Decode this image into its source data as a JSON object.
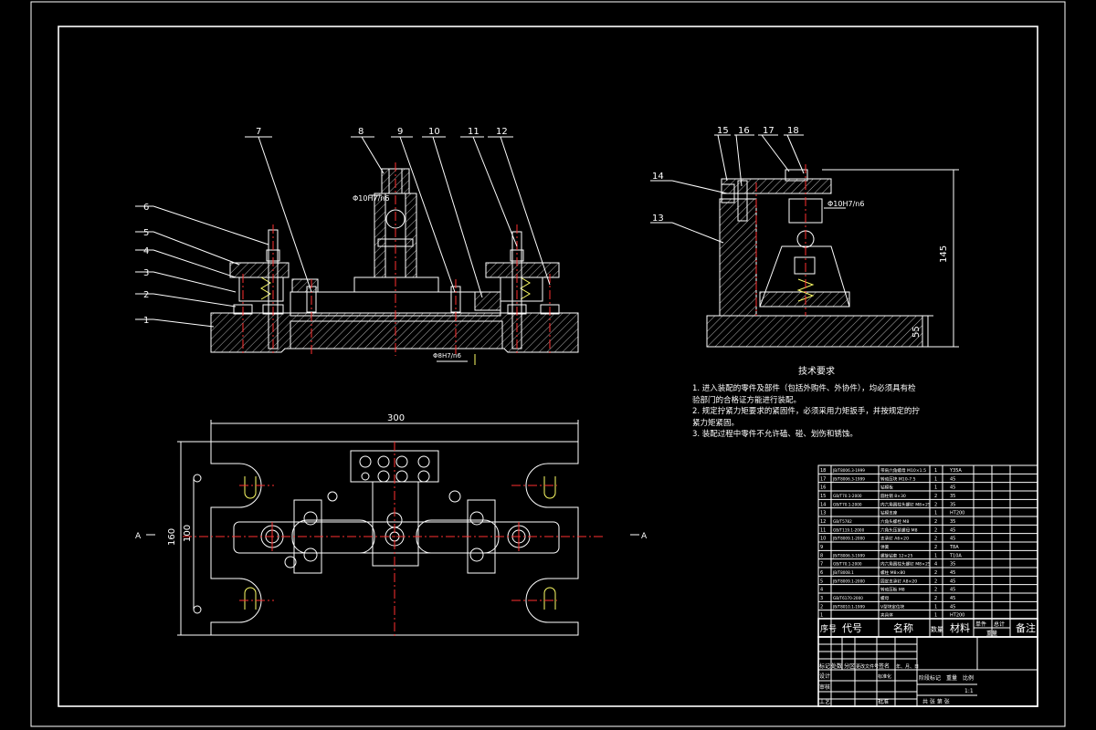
{
  "drawing": {
    "part_labels": [
      "1",
      "2",
      "3",
      "4",
      "5",
      "6",
      "7",
      "8",
      "9",
      "10",
      "11",
      "12",
      "13",
      "14",
      "15",
      "16",
      "17",
      "18"
    ],
    "dimensions": {
      "width_300": "300",
      "height_160": "160",
      "height_100": "100",
      "height_145": "145",
      "height_55": "55",
      "tol_1": "Φ10H7/n6",
      "tol_2": "Φ8H7/n6",
      "tol_3": "Φ10H7/n6"
    },
    "section_marks": {
      "left": "A",
      "right": "A"
    }
  },
  "tech_requirements": {
    "title": "技术要求",
    "lines": [
      "1. 进入装配的零件及部件（包括外购件、外协件），均必须具有检",
      "验部门的合格证方能进行装配。",
      "2. 规定拧紧力矩要求的紧固件，必须采用力矩扳手，并按规定的拧",
      "紧力矩紧固。",
      "3. 装配过程中零件不允许磕、碰、划伤和锈蚀。"
    ]
  },
  "bom": {
    "header": {
      "seq": "序号",
      "code": "代号",
      "name": "名称",
      "qty": "数量",
      "material": "材料",
      "unit_weight": "单件",
      "total_weight": "总计",
      "weight": "重量",
      "remarks": "备注"
    },
    "rows": [
      {
        "no": "18",
        "code": "JB/T8006.3-1999",
        "name": "带肩六角螺母 M10×1.5",
        "qty": "1",
        "mat": "Y35A"
      },
      {
        "no": "17",
        "code": "JB/T8006.3-1999",
        "name": "转动压块 M10-7.5",
        "qty": "1",
        "mat": "45"
      },
      {
        "no": "16",
        "code": "",
        "name": "钻模板",
        "qty": "1",
        "mat": "45"
      },
      {
        "no": "15",
        "code": "GB/T70.1-2000",
        "name": "圆柱销 8×30",
        "qty": "2",
        "mat": "35"
      },
      {
        "no": "14",
        "code": "GB/T70.1-2000",
        "name": "内六角圆柱头螺钉 M8×25",
        "qty": "2",
        "mat": "35"
      },
      {
        "no": "13",
        "code": "",
        "name": "钻模支座",
        "qty": "1",
        "mat": "HT200"
      },
      {
        "no": "12",
        "code": "GB/T5782",
        "name": "六角头螺栓 M8",
        "qty": "2",
        "mat": "35"
      },
      {
        "no": "11",
        "code": "GB/T119.1-2000",
        "name": "六角头压紧螺母 M8",
        "qty": "2",
        "mat": "45"
      },
      {
        "no": "10",
        "code": "JB/T8009.1-2000",
        "name": "支承钉 A6×20",
        "qty": "2",
        "mat": "45"
      },
      {
        "no": "9",
        "code": "",
        "name": "弹簧",
        "qty": "2",
        "mat": "T8A"
      },
      {
        "no": "8",
        "code": "JB/T8006.3-1999",
        "name": "螺旋钻套 12×25",
        "qty": "1",
        "mat": "T10A"
      },
      {
        "no": "7",
        "code": "GB/T70.1-2000",
        "name": "内六角圆柱头螺钉 M8×25",
        "qty": "4",
        "mat": "35"
      },
      {
        "no": "6",
        "code": "JB/T8008.1",
        "name": "螺柱 M8×80",
        "qty": "2",
        "mat": "45"
      },
      {
        "no": "5",
        "code": "JB/T8009.1-2000",
        "name": "固定支承钉 A8×20",
        "qty": "2",
        "mat": "45"
      },
      {
        "no": "4",
        "code": "",
        "name": "转动压板 M8",
        "qty": "2",
        "mat": "45"
      },
      {
        "no": "3",
        "code": "GB/T6170-2000",
        "name": "螺母",
        "qty": "2",
        "mat": "45"
      },
      {
        "no": "2",
        "code": "JB/T8010.1-1999",
        "name": "V型块定位块",
        "qty": "1",
        "mat": "45"
      },
      {
        "no": "1",
        "code": "",
        "name": "夹具体",
        "qty": "1",
        "mat": "HT200"
      }
    ]
  },
  "title_block": {
    "mark": "标记",
    "count": "处数",
    "zone": "分区",
    "change_doc": "更改文件号",
    "signature": "签名",
    "date": "年、月、日",
    "designer": "设计",
    "standardize": "标准化",
    "review": "审核",
    "process": "工艺",
    "approve": "批准",
    "stage_mark": "阶段标记",
    "weight": "重量",
    "scale": "比例",
    "scale_value": "1:1",
    "sheets": "共 张 第 张"
  }
}
